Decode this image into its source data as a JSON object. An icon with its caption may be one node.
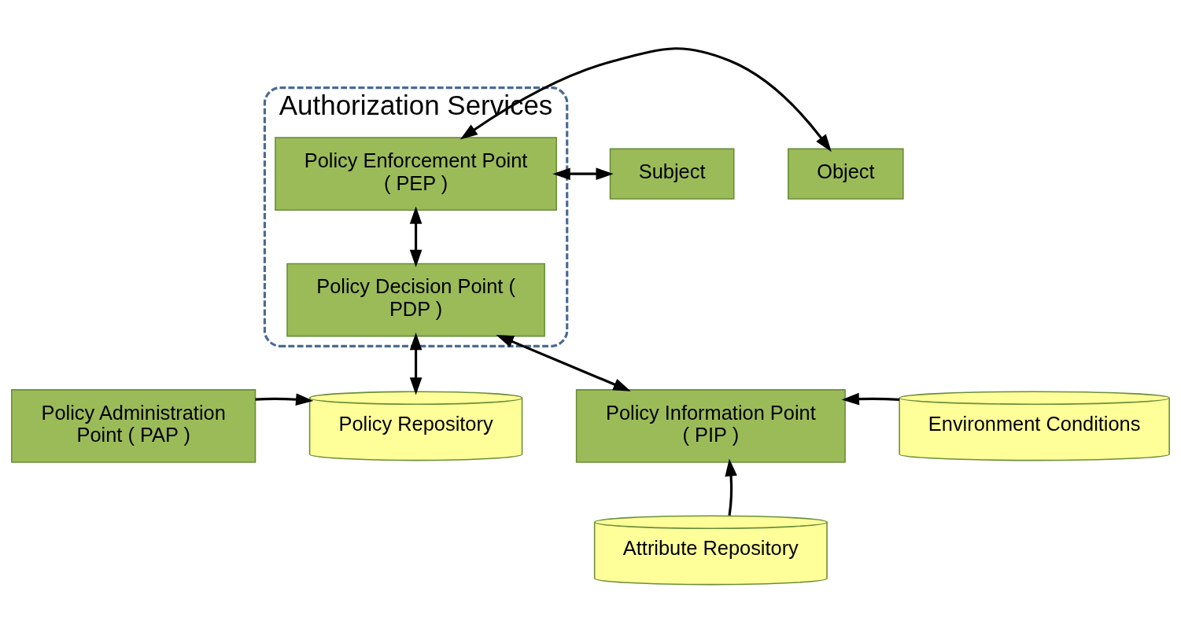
{
  "diagram": {
    "nodes": [
      {
        "text": [
          "Authorization Services"
        ]
      },
      {
        "text": [
          "Subject"
        ]
      },
      {
        "text": [
          "Policy Enforcement Point ( PEP )"
        ],
        "in": 0
      },
      {
        "text": [
          "Object"
        ]
      },
      {
        "text": [
          "Policy Decision Point ( PDP )"
        ],
        "in": 0
      },
      {
        "text": [
          "Policy Administration Point ( PAP )"
        ]
      },
      {
        "text": [
          "Policy Repository"
        ]
      },
      {
        "text": [
          "Policy Information Point ( PIP )"
        ]
      },
      {
        "text": [
          "Environment Conditions"
        ]
      },
      {
        "text": [
          "Attribute Repository"
        ]
      }
    ],
    "edges": [
      {
        "from": 1,
        "to": 2,
        "arrow": "both"
      },
      {
        "from": 2,
        "to": 3,
        "arrow": "both"
      },
      {
        "from": 2,
        "to": 4,
        "arrow": "both"
      },
      {
        "from": 4,
        "to": 6,
        "arrow": "both"
      },
      {
        "from": 4,
        "to": 7,
        "arrow": "both"
      },
      {
        "from": 5,
        "to": 6,
        "arrow": "to"
      },
      {
        "from": 8,
        "to": 7,
        "arrow": "to"
      },
      {
        "from": 9,
        "to": 7,
        "arrow": "to"
      }
    ]
  }
}
